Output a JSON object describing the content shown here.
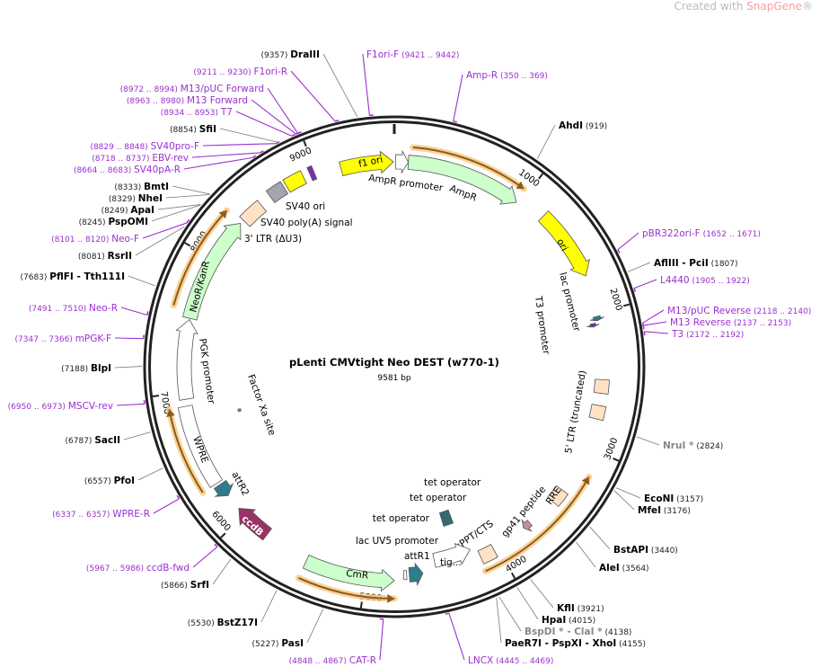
{
  "watermark": {
    "prefix": "Created with ",
    "brand": "SnapGene",
    "suffix": "®"
  },
  "plasmid": {
    "name": "pLenti CMVtight Neo DEST (w770-1)",
    "size_label": "9581 bp",
    "length": 9581
  },
  "colors": {
    "primer": "#9b30d0",
    "enzyme": "#000000",
    "nonunique": "#888888",
    "orf": "#8b5a1e",
    "orf_glow": "#f7c77a"
  },
  "ticks": [
    "1000",
    "2000",
    "3000",
    "4000",
    "5000",
    "6000",
    "7000",
    "8000",
    "9000"
  ],
  "features": [
    {
      "name": "f1 ori",
      "start": 9180,
      "end": 9575,
      "dir": 1,
      "color": "#ffff00"
    },
    {
      "name": "AmpR promoter",
      "start": 10,
      "end": 105,
      "dir": 1,
      "color": "#ffffff"
    },
    {
      "name": "AmpR",
      "start": 105,
      "end": 975,
      "dir": 1,
      "color": "#ccffcc"
    },
    {
      "name": "ori",
      "start": 1190,
      "end": 1720,
      "dir": 1,
      "color": "#ffff00"
    },
    {
      "name": "lac promoter",
      "start": 2025,
      "end": 2055,
      "dir": 1,
      "color": "#2e7d8c"
    },
    {
      "name": "T3 promoter",
      "start": 2070,
      "end": 2095,
      "dir": 1,
      "color": "#7b2fa8"
    },
    {
      "name": "5' LTR (truncated)",
      "start": 2490,
      "end": 2590,
      "dir": 0,
      "color": "#ffe2c4"
    },
    {
      "name": "RRE",
      "start": 3360,
      "end": 3470,
      "dir": 0,
      "color": "#ffe2c4"
    },
    {
      "name": "gp41 peptide",
      "start": 3700,
      "end": 3760,
      "dir": 1,
      "color": "#c48aa8"
    },
    {
      "name": "cPPT/CTS",
      "start": 4030,
      "end": 4140,
      "dir": 0,
      "color": "#ffe2c4"
    },
    {
      "name": "tig...",
      "start": 4190,
      "end": 4480,
      "dir": -1,
      "color": "#ffffff"
    },
    {
      "name": "attR1",
      "start": 4580,
      "end": 4680,
      "dir": -1,
      "color": "#2e7d8c"
    },
    {
      "name": "lac UV5 promoter",
      "start": 4700,
      "end": 4722,
      "dir": 0,
      "color": "#ffffff"
    },
    {
      "name": "CmR",
      "start": 4790,
      "end": 5440,
      "dir": -1,
      "color": "#ccffcc"
    },
    {
      "name": "ccdB",
      "start": 5780,
      "end": 6060,
      "dir": 1,
      "color": "#993366"
    },
    {
      "name": "attR2",
      "start": 6180,
      "end": 6280,
      "dir": -1,
      "color": "#2e7d8c"
    },
    {
      "name": "WPRE",
      "start": 6300,
      "end": 6900,
      "dir": 0,
      "color": "#ffffff"
    },
    {
      "name": "PGK promoter",
      "start": 6950,
      "end": 7530,
      "dir": 1,
      "color": "#ffffff"
    },
    {
      "name": "NeoR/KanR",
      "start": 7540,
      "end": 8330,
      "dir": 1,
      "color": "#ccffcc"
    },
    {
      "name": "3' LTR (ΔU3)",
      "start": 8360,
      "end": 8530,
      "dir": 0,
      "color": "#ffe2c4"
    },
    {
      "name": "SV40 poly(A) signal",
      "start": 8620,
      "end": 8740,
      "dir": 0,
      "color": "#a4a6ac"
    },
    {
      "name": "SV40 ori",
      "start": 8760,
      "end": 8900,
      "dir": 0,
      "color": "#ffff00"
    },
    {
      "name": "Factor Xa site",
      "start": 6760,
      "end": 6780,
      "dir": 0,
      "color": "#888888"
    },
    {
      "name": "tet operator",
      "start": 4240,
      "end": 4340,
      "dir": 0,
      "color": "#2e6e7a"
    }
  ],
  "extra_labels": [
    "tet operator",
    "tet operator"
  ],
  "orfs": [
    {
      "start": 130,
      "end": 960,
      "dir": 1
    },
    {
      "start": 3180,
      "end": 4150,
      "dir": -1
    },
    {
      "start": 4790,
      "end": 5440,
      "dir": -1
    },
    {
      "start": 6300,
      "end": 6900,
      "dir": 1
    },
    {
      "start": 7600,
      "end": 8330,
      "dir": 1
    }
  ],
  "sites": [
    {
      "name": "DraIII",
      "pos": "9357",
      "bp": 9357,
      "type": "enzyme"
    },
    {
      "name": "F1ori-F",
      "pos": "9421 .. 9442",
      "bp": 9431,
      "type": "primer"
    },
    {
      "name": "Amp-R",
      "pos": "350 .. 369",
      "bp": 360,
      "type": "primer"
    },
    {
      "name": "AhdI",
      "pos": "919",
      "bp": 919,
      "type": "enzyme"
    },
    {
      "name": "pBR322ori-F",
      "pos": "1652 .. 1671",
      "bp": 1660,
      "type": "primer"
    },
    {
      "name": "AflIII - PciI",
      "pos": "1807",
      "bp": 1807,
      "type": "enzyme"
    },
    {
      "name": "L4440",
      "pos": "1905 .. 1922",
      "bp": 1913,
      "type": "primer"
    },
    {
      "name": "M13/pUC Reverse",
      "pos": "2118 .. 2140",
      "bp": 2129,
      "type": "primer"
    },
    {
      "name": "M13 Reverse",
      "pos": "2137 .. 2153",
      "bp": 2145,
      "type": "primer"
    },
    {
      "name": "T3",
      "pos": "2172 .. 2192",
      "bp": 2182,
      "type": "primer"
    },
    {
      "name": "NruI *",
      "pos": "2824",
      "bp": 2824,
      "type": "nonunique"
    },
    {
      "name": "EcoNI",
      "pos": "3157",
      "bp": 3157,
      "type": "enzyme"
    },
    {
      "name": "MfeI",
      "pos": "3176",
      "bp": 3176,
      "type": "enzyme"
    },
    {
      "name": "BstAPI",
      "pos": "3440",
      "bp": 3440,
      "type": "enzyme"
    },
    {
      "name": "AleI",
      "pos": "3564",
      "bp": 3564,
      "type": "enzyme"
    },
    {
      "name": "KflI",
      "pos": "3921",
      "bp": 3921,
      "type": "enzyme"
    },
    {
      "name": "HpaI",
      "pos": "4015",
      "bp": 4015,
      "type": "enzyme"
    },
    {
      "name": "BspDI * - ClaI *",
      "pos": "4138",
      "bp": 4138,
      "type": "nonunique"
    },
    {
      "name": "PaeR7I - PspXI - XhoI",
      "pos": "4155",
      "bp": 4155,
      "type": "enzyme"
    },
    {
      "name": "LNCX",
      "pos": "4445 .. 4469",
      "bp": 4457,
      "type": "primer"
    },
    {
      "name": "CAT-R",
      "pos": "4848 .. 4867",
      "bp": 4857,
      "type": "primer"
    },
    {
      "name": "PasI",
      "pos": "5227",
      "bp": 5227,
      "type": "enzyme"
    },
    {
      "name": "BstZ17I",
      "pos": "5530",
      "bp": 5530,
      "type": "enzyme"
    },
    {
      "name": "SrfI",
      "pos": "5866",
      "bp": 5866,
      "type": "enzyme"
    },
    {
      "name": "ccdB-fwd",
      "pos": "5967 .. 5986",
      "bp": 5976,
      "type": "primer"
    },
    {
      "name": "WPRE-R",
      "pos": "6337 .. 6357",
      "bp": 6347,
      "type": "primer"
    },
    {
      "name": "PfoI",
      "pos": "6557",
      "bp": 6557,
      "type": "enzyme"
    },
    {
      "name": "SacII",
      "pos": "6787",
      "bp": 6787,
      "type": "enzyme"
    },
    {
      "name": "MSCV-rev",
      "pos": "6950 .. 6973",
      "bp": 6961,
      "type": "primer"
    },
    {
      "name": "BlpI",
      "pos": "7188",
      "bp": 7188,
      "type": "enzyme"
    },
    {
      "name": "mPGK-F",
      "pos": "7347 .. 7366",
      "bp": 7356,
      "type": "primer"
    },
    {
      "name": "Neo-R",
      "pos": "7491 .. 7510",
      "bp": 7500,
      "type": "primer"
    },
    {
      "name": "PflFI - Tth111I",
      "pos": "7683",
      "bp": 7683,
      "type": "enzyme"
    },
    {
      "name": "RsrII",
      "pos": "8081",
      "bp": 8081,
      "type": "enzyme"
    },
    {
      "name": "Neo-F",
      "pos": "8101 .. 8120",
      "bp": 8110,
      "type": "primer"
    },
    {
      "name": "PspOMI",
      "pos": "8245",
      "bp": 8245,
      "type": "enzyme"
    },
    {
      "name": "ApaI",
      "pos": "8249",
      "bp": 8249,
      "type": "enzyme"
    },
    {
      "name": "NheI",
      "pos": "8329",
      "bp": 8329,
      "type": "enzyme"
    },
    {
      "name": "BmtI",
      "pos": "8333",
      "bp": 8333,
      "type": "enzyme"
    },
    {
      "name": "SV40pA-R",
      "pos": "8664 .. 8683",
      "bp": 8673,
      "type": "primer"
    },
    {
      "name": "EBV-rev",
      "pos": "8718 .. 8737",
      "bp": 8727,
      "type": "primer"
    },
    {
      "name": "SV40pro-F",
      "pos": "8829 .. 8848",
      "bp": 8838,
      "type": "primer"
    },
    {
      "name": "SfiI",
      "pos": "8854",
      "bp": 8854,
      "type": "enzyme"
    },
    {
      "name": "T7",
      "pos": "8934 .. 8953",
      "bp": 8943,
      "type": "primer"
    },
    {
      "name": "M13 Forward",
      "pos": "8963 .. 8980",
      "bp": 8971,
      "type": "primer"
    },
    {
      "name": "M13/pUC Forward",
      "pos": "8972 .. 8994",
      "bp": 8983,
      "type": "primer"
    },
    {
      "name": "F1ori-R",
      "pos": "9211 .. 9230",
      "bp": 9220,
      "type": "primer"
    }
  ]
}
